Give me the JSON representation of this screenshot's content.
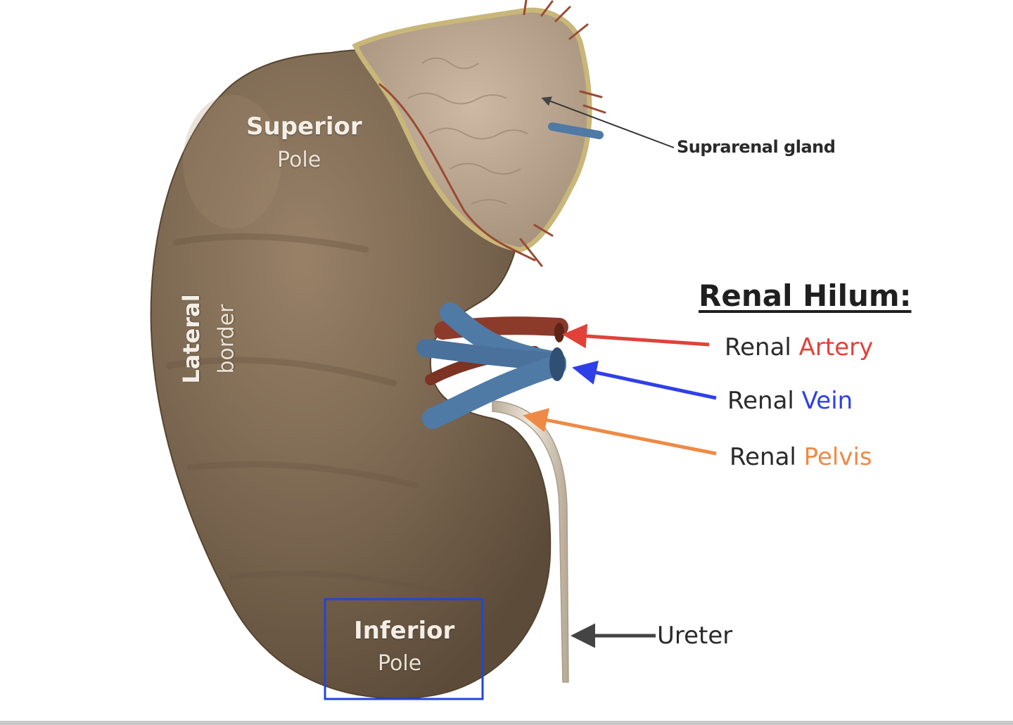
{
  "labels": {
    "superior": "Superior",
    "superior_pole": "Pole",
    "lateral": "Lateral",
    "border": "border",
    "inferior": "Inferior",
    "inferior_pole": "Pole",
    "suprarenal": "Suprarenal gland",
    "ureter": "Ureter"
  },
  "hilum": {
    "title": "Renal Hilum:",
    "items": [
      {
        "prefix": "Renal",
        "name": "Artery",
        "color": "#e0423a"
      },
      {
        "prefix": "Renal",
        "name": "Vein",
        "color": "#2f3fe8"
      },
      {
        "prefix": "Renal",
        "name": "Pelvis",
        "color": "#ee8a45"
      }
    ]
  },
  "colors": {
    "kidney": "#7a6650",
    "gland": "#b9a590",
    "vein": "#4f7aa6",
    "artery": "#8c3a2a",
    "ureter": "#ddd4c6",
    "highlight_box": "#2046d8",
    "pointer": "#333333"
  }
}
